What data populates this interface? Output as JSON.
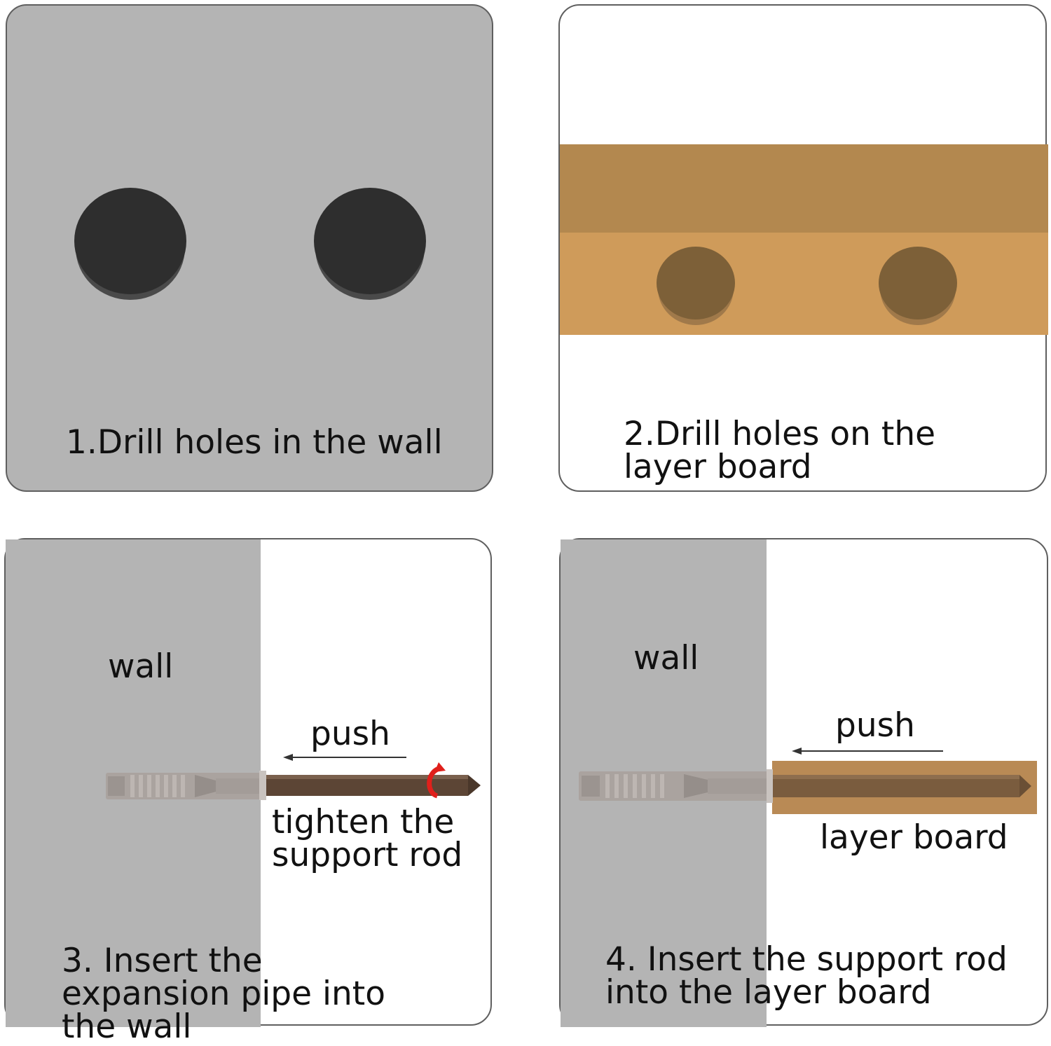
{
  "panels": [
    {
      "caption": "1.Drill holes in the wall",
      "colors": {
        "wall": "#b4b4b4",
        "hole": "#2e2e2e"
      },
      "icons": [
        "drill-hole-icon"
      ]
    },
    {
      "caption": "2.Drill holes on the layer board",
      "colors": {
        "board_top": "#b3884f",
        "board_front": "#cf9b5a",
        "hole": "#7d6038"
      },
      "icons": [
        "layer-board-icon",
        "board-hole-icon"
      ]
    },
    {
      "caption": "3. Insert the expansion pipe into the wall",
      "wall_label": "wall",
      "push_label": "push",
      "rod_label": "tighten the support rod",
      "colors": {
        "wall": "#b4b4b4",
        "rod": "#5c4535",
        "anchor": "#a9a29e",
        "rotate_arrow": "#e0201b"
      },
      "icons": [
        "expansion-pipe-icon",
        "support-rod-icon",
        "rotate-arrow-icon",
        "push-arrow-icon"
      ]
    },
    {
      "caption": "4. Insert the support rod into the layer board",
      "wall_label": "wall",
      "push_label": "push",
      "board_label": "layer board",
      "colors": {
        "wall": "#b4b4b4",
        "board": "#b98a55",
        "rod": "#7a5c3e",
        "anchor": "#a9a29e"
      },
      "icons": [
        "expansion-pipe-icon",
        "support-rod-icon",
        "layer-board-icon",
        "push-arrow-icon"
      ]
    }
  ]
}
